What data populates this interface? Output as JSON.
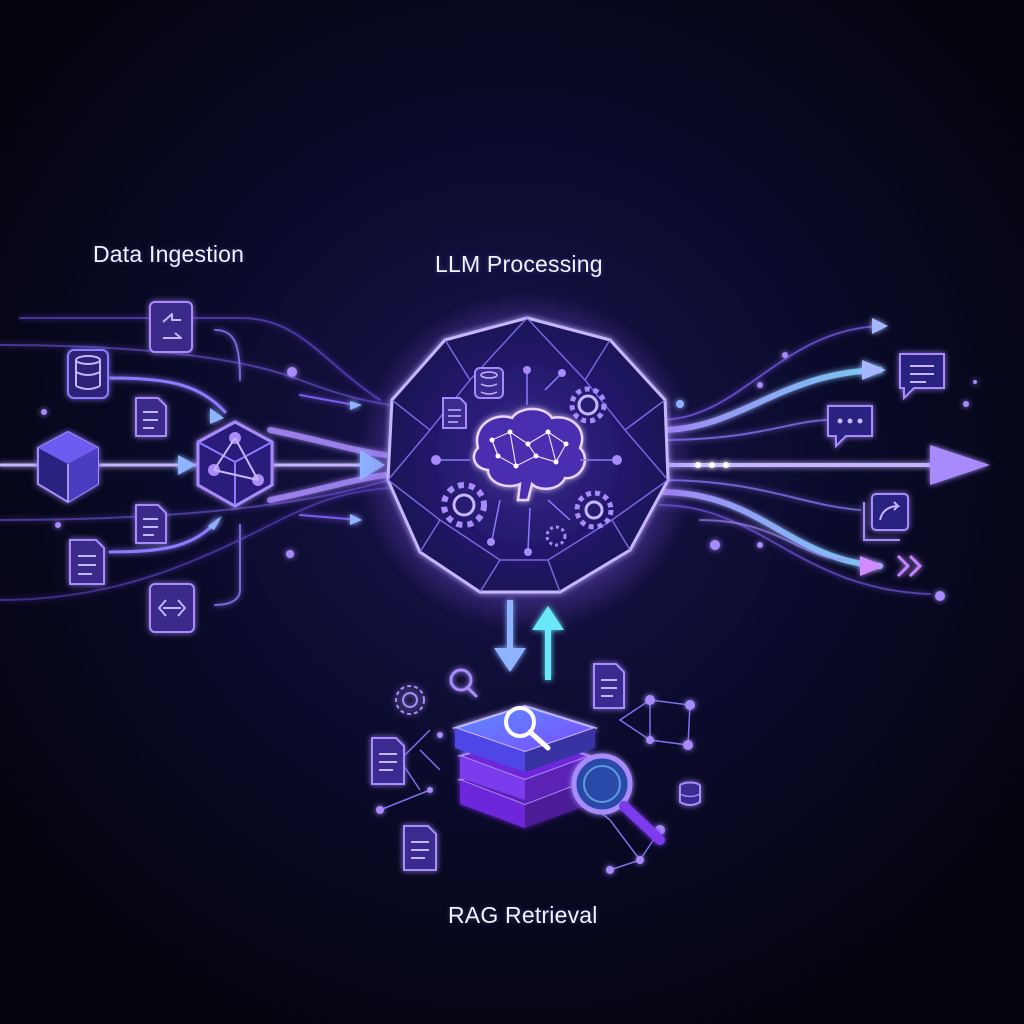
{
  "diagram": {
    "stages": {
      "ingestion": {
        "label": "Data Ingestion"
      },
      "processing": {
        "label": "LLM Processing"
      },
      "retrieval": {
        "label": "RAG Retrieval"
      }
    },
    "input_icons": [
      "document-transfer-icon",
      "database-icon",
      "document-icon",
      "cube-icon",
      "document-icon",
      "document-icon",
      "code-file-icon"
    ],
    "hub_icon": "network-cube-icon",
    "core_icons": [
      "brain-network-icon",
      "database-icon",
      "document-icon",
      "gear-icon",
      "gear-icon",
      "gear-icon",
      "gear-icon"
    ],
    "output_icons": [
      "chat-bubble-icon",
      "chat-bubble-icon",
      "share-icon",
      "double-chevron-icon"
    ],
    "retrieval_icons": [
      "layer-stack-icon",
      "magnifier-icon",
      "magnifier-icon",
      "target-icon",
      "document-icon",
      "document-icon",
      "document-icon",
      "database-icon"
    ],
    "colors": {
      "background": "#05051a",
      "accent_purple": "#8b5cf6",
      "accent_violet": "#a855f7",
      "accent_blue": "#60a5fa",
      "accent_cyan": "#67e8f9",
      "label": "#f2f2ff"
    }
  }
}
